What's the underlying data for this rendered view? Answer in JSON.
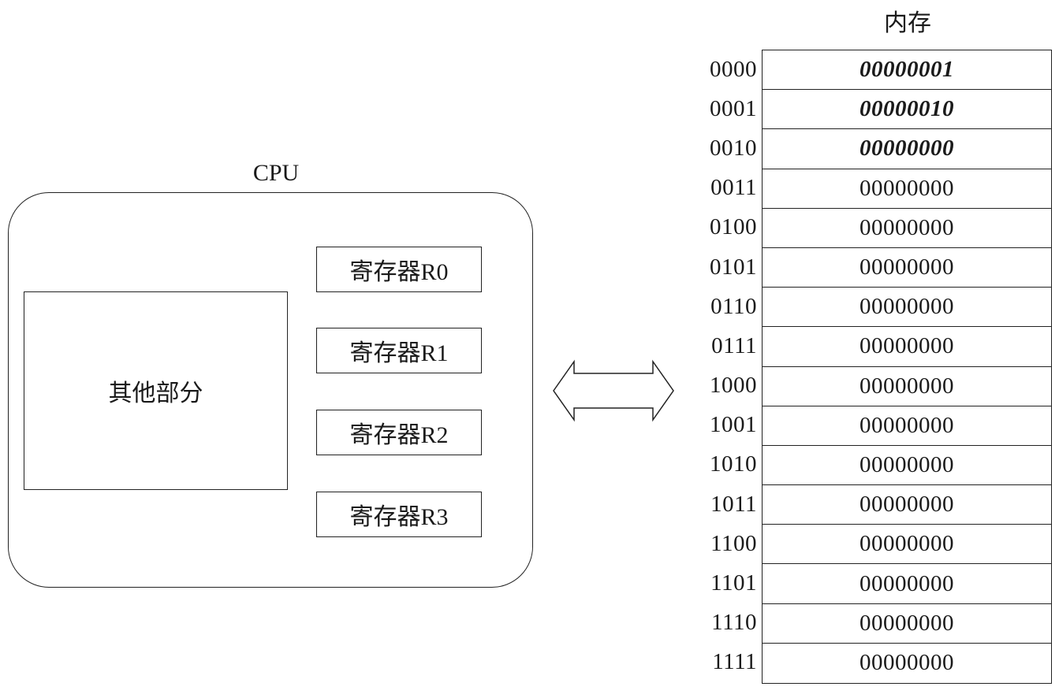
{
  "cpu": {
    "label": "CPU",
    "other_part": "其他部分",
    "registers": [
      {
        "label": "寄存器R0"
      },
      {
        "label": "寄存器R1"
      },
      {
        "label": "寄存器R2"
      },
      {
        "label": "寄存器R3"
      }
    ]
  },
  "bus": {
    "icon": "double-arrow-icon"
  },
  "memory": {
    "label": "内存",
    "cells": [
      {
        "address": "0000",
        "value": "00000001",
        "highlight": true
      },
      {
        "address": "0001",
        "value": "00000010",
        "highlight": true
      },
      {
        "address": "0010",
        "value": "00000000",
        "highlight": true
      },
      {
        "address": "0011",
        "value": "00000000",
        "highlight": false
      },
      {
        "address": "0100",
        "value": "00000000",
        "highlight": false
      },
      {
        "address": "0101",
        "value": "00000000",
        "highlight": false
      },
      {
        "address": "0110",
        "value": "00000000",
        "highlight": false
      },
      {
        "address": "0111",
        "value": "00000000",
        "highlight": false
      },
      {
        "address": "1000",
        "value": "00000000",
        "highlight": false
      },
      {
        "address": "1001",
        "value": "00000000",
        "highlight": false
      },
      {
        "address": "1010",
        "value": "00000000",
        "highlight": false
      },
      {
        "address": "1011",
        "value": "00000000",
        "highlight": false
      },
      {
        "address": "1100",
        "value": "00000000",
        "highlight": false
      },
      {
        "address": "1101",
        "value": "00000000",
        "highlight": false
      },
      {
        "address": "1110",
        "value": "00000000",
        "highlight": false
      },
      {
        "address": "1111",
        "value": "00000000",
        "highlight": false
      }
    ]
  }
}
